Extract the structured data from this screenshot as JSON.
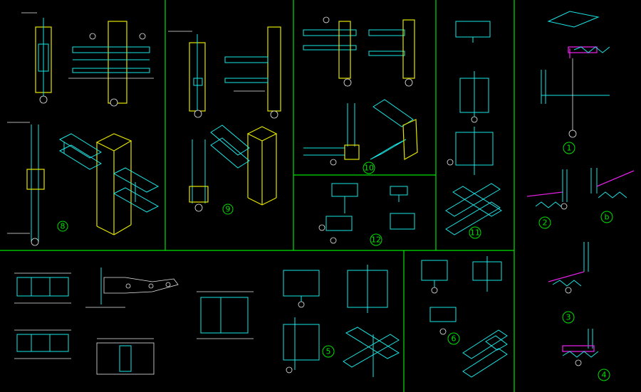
{
  "theme": {
    "background": "#000000",
    "frame": "#00e000",
    "steel": "#19e6e6",
    "column": "#e6e600",
    "annotation": "#e8e8e8",
    "gutter": "#e020e0"
  },
  "markers": {
    "m1": "1",
    "m2": "2",
    "m3": "3",
    "m4": "4",
    "m5": "5",
    "m6": "6",
    "m10": "10",
    "m11": "11",
    "m12": "12",
    "m8r": "8",
    "m9r": "9",
    "mb": "b"
  }
}
